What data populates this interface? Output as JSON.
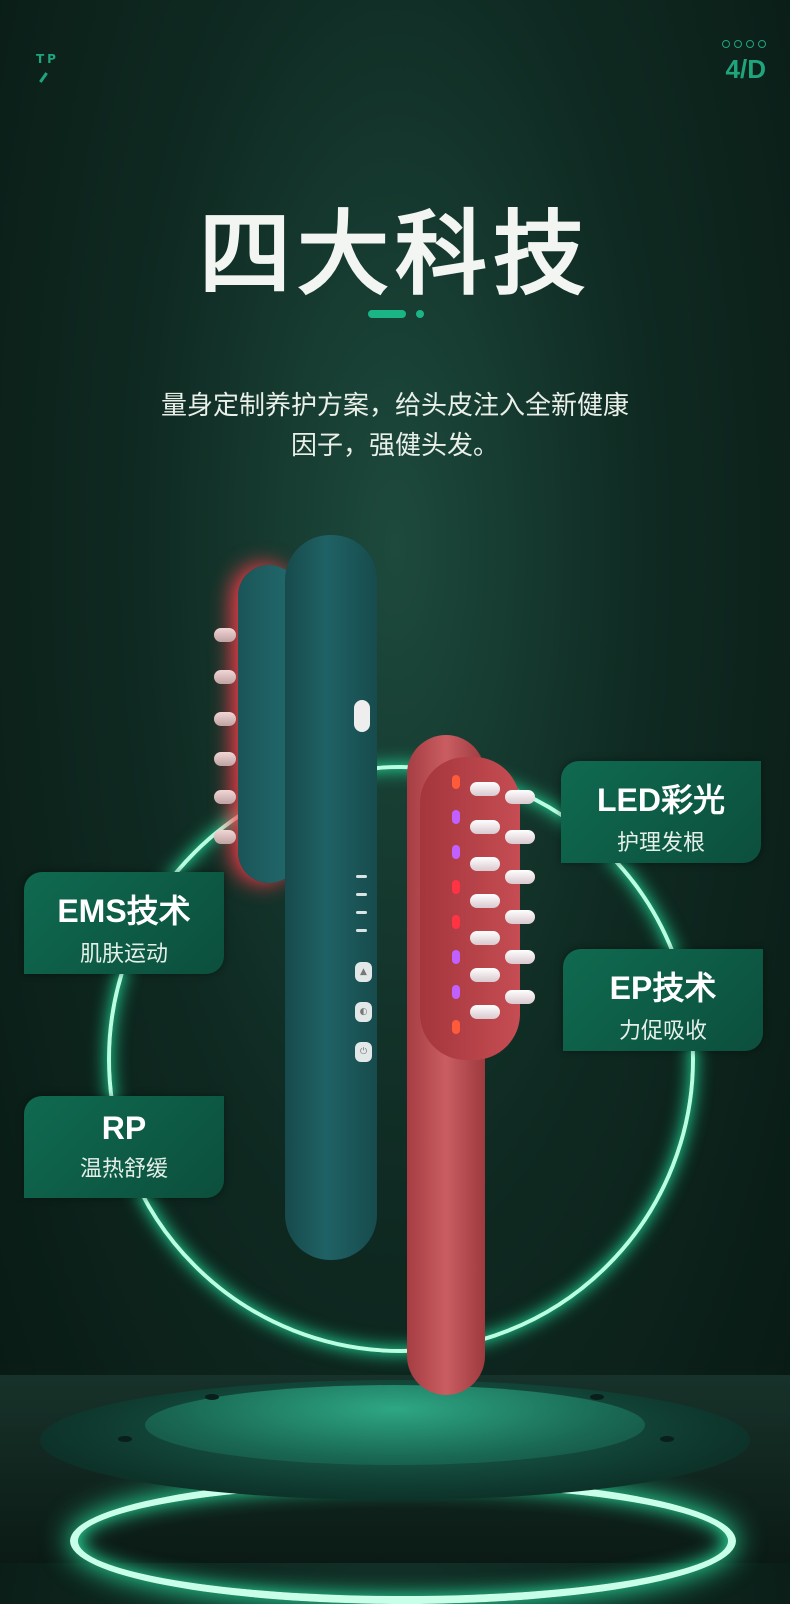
{
  "corner": {
    "left_tag": "TP",
    "page_indicator": "4/D"
  },
  "header": {
    "title": "四大科技",
    "subtitle_line1": "量身定制养护方案，给头皮注入全新健康",
    "subtitle_line2": "因子，强健头发。"
  },
  "features": [
    {
      "title": "LED彩光",
      "desc": "护理发根"
    },
    {
      "title": "EMS技术",
      "desc": "肌肤运动"
    },
    {
      "title": "EP技术",
      "desc": "力促吸收"
    },
    {
      "title": "RP",
      "desc": "温热舒缓"
    }
  ],
  "colors": {
    "accent": "#1bb585",
    "label_bg": "#0f6a50",
    "background": "#0f2a22",
    "teal_device": "#1f6265",
    "red_device": "#c95d62"
  }
}
